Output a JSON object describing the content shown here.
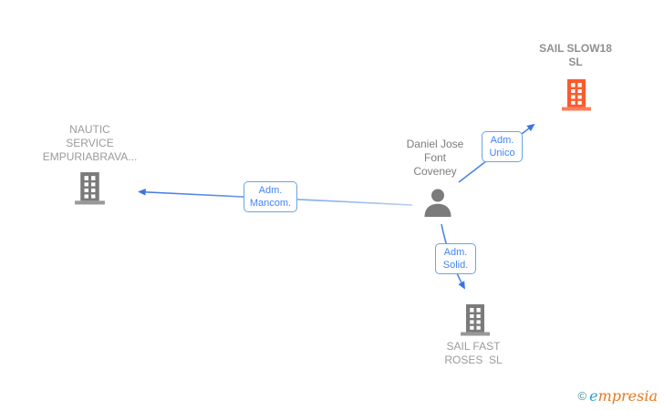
{
  "diagram": {
    "nodes": {
      "sail_slow18": {
        "label_line1": "SAIL SLOW18",
        "label_line2": "SL",
        "icon": "building-icon",
        "icon_color": "#FC5A2D",
        "highlighted": true
      },
      "nautic": {
        "label_line1": "NAUTIC",
        "label_line2": "SERVICE",
        "label_line3": "EMPURIABRAVA...",
        "icon": "building-icon",
        "icon_color": "#7B7B7B"
      },
      "person": {
        "label_line1": "Daniel Jose",
        "label_line2": "Font",
        "label_line3": "Coveney",
        "icon": "person-icon",
        "icon_color": "#7B7B7B"
      },
      "sail_fast": {
        "label_line1": "SAIL FAST",
        "label_line2": "ROSES  SL",
        "icon": "building-icon",
        "icon_color": "#7B7B7B"
      }
    },
    "edges": {
      "adm_unico": {
        "label_line1": "Adm.",
        "label_line2": "Unico",
        "from": "person",
        "to": "sail_slow18"
      },
      "adm_mancom": {
        "label_line1": "Adm.",
        "label_line2": "Mancom.",
        "from": "person",
        "to": "nautic"
      },
      "adm_solid": {
        "label_line1": "Adm.",
        "label_line2": "Solid.",
        "from": "person",
        "to": "sail_fast"
      }
    },
    "colors": {
      "edge_stroke": "#4B87E8",
      "edge_stroke_faded": "#B3CDF5",
      "arrowhead": "#3B74E0",
      "edge_label_text": "#4285F4",
      "edge_label_border": "#6BA3EA",
      "company_label": "#9B9B9B",
      "highlighted_label": "#8F8F8F",
      "person_label": "#7D7D7D"
    }
  },
  "footer": {
    "copyright_symbol": "©",
    "brand_first_letter": "e",
    "brand_rest": "mpresia"
  }
}
